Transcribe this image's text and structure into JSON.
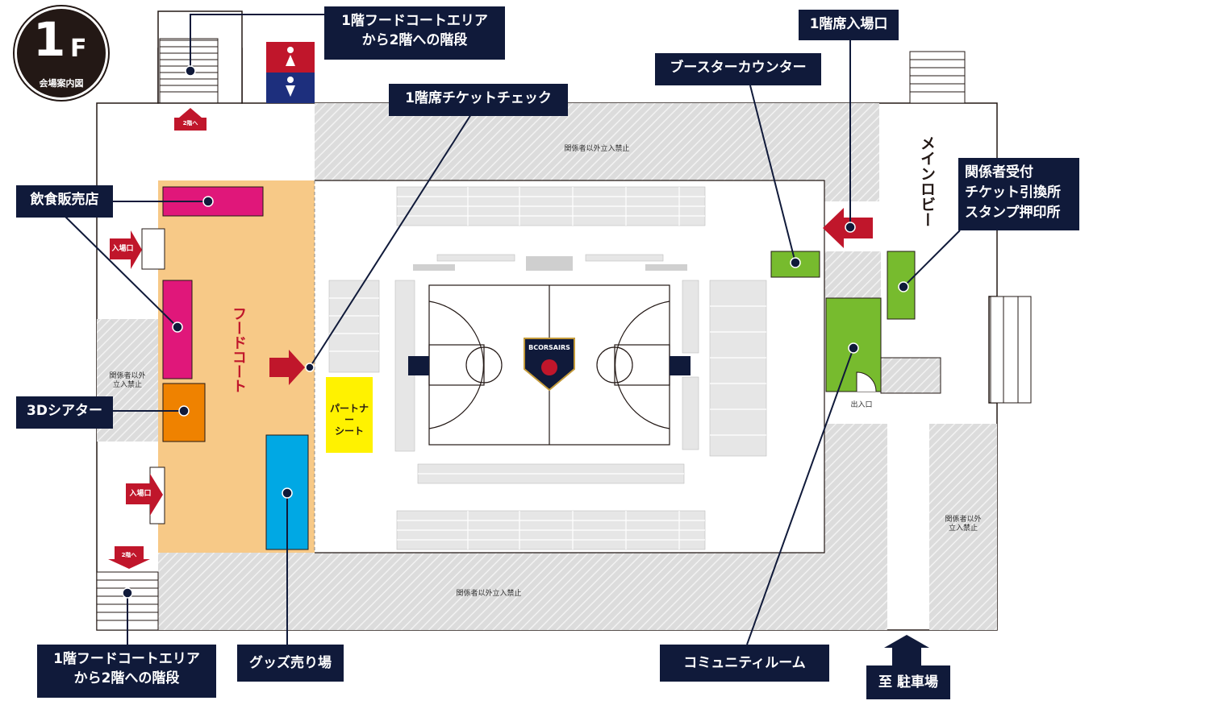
{
  "badge": {
    "floor_number": "1",
    "floor_letter": "F",
    "subtitle": "会場案内図"
  },
  "callouts": {
    "food_court_stairs_top": "1階フードコートエリア\nから2階への階段",
    "ticket_check": "1階席チケットチェック",
    "booster_counter": "ブースターカウンター",
    "entrance_1f_seats": "1階席入場口",
    "reception": "関係者受付\nチケット引換所\nスタンプ押印所",
    "food_shop": "飲食販売店",
    "theater_3d": "3Dシアター",
    "food_court_stairs_bottom": "1階フードコートエリア\nから2階への階段",
    "goods": "グッズ売り場",
    "community_room": "コミュニティルーム",
    "parking": "至 駐車場"
  },
  "labels": {
    "restricted_top": "関係者以外立入禁止",
    "restricted_bottom": "関係者以外立入禁止",
    "restricted_left": "関係者以外\n立入禁止",
    "restricted_right": "関係者以外\n立入禁止",
    "to_2f_top": "2階へ",
    "to_2f_bottom": "2階へ",
    "entrance_upper": "入場口",
    "entrance_lower": "入場口",
    "exit_entrance": "出入口",
    "food_court": "フードコート",
    "partner_seat": "パートナー\nシート",
    "main_lobby": "メインロビー",
    "team_logo": "BCORSAIRS"
  },
  "colors": {
    "navy": "#101a3a",
    "food_court": "#f7c987",
    "magenta": "#e0177a",
    "orange": "#ef8200",
    "cyan": "#00a8e4",
    "green": "#77bb2e",
    "yellow": "#fff200",
    "red": "#c0162b",
    "restricted": "#d9d9d9"
  }
}
